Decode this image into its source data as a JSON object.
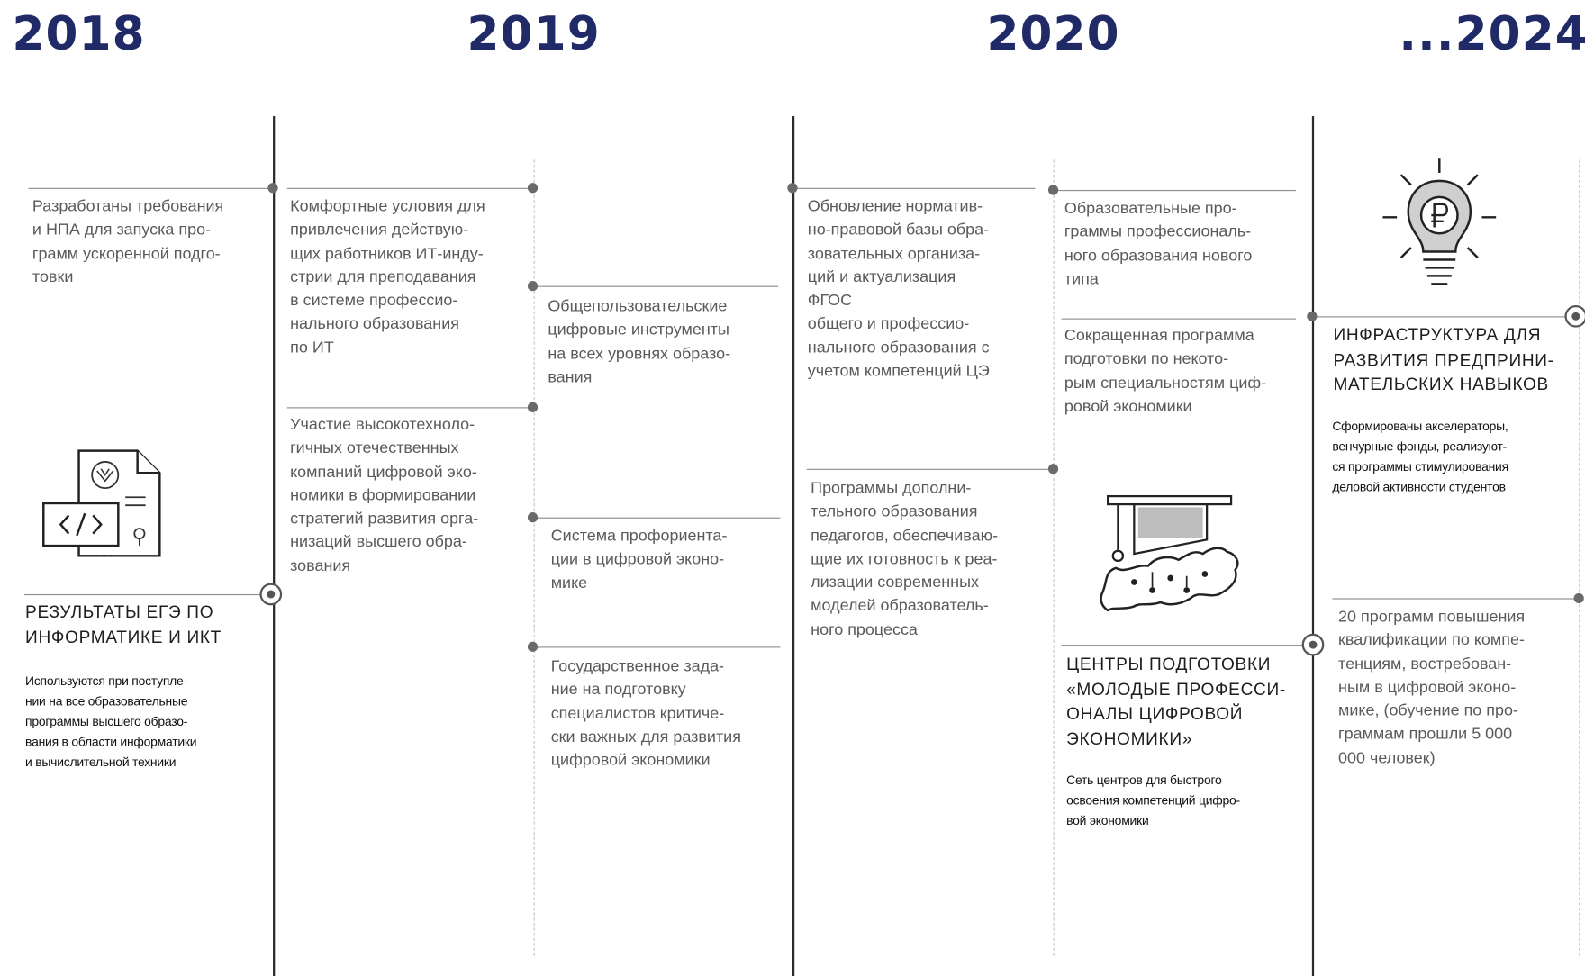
{
  "years": [
    "2018",
    "2019",
    "2020",
    "...2024"
  ],
  "items": {
    "i2018_req": "Разработаны требования\nи НПА для запуска про-\nграмм ускоренной подго-\nтовки",
    "i2018_exam_title": "РЕЗУЛЬТАТЫ ЕГЭ ПО\nИНФОРМАТИКЕ И ИКТ",
    "i2018_exam_desc": "Используются при поступле-\nнии на все образовательные\nпрограммы высшего образо-\nвания в области информатики\nи вычислительной техники",
    "i2019_comfort": "Комфортные условия для\nпривлечения действую-\nщих работников ИТ-инду-\nстрии для преподавания\nв системе профессио-\nнального образования\nпо ИТ",
    "i2019_hitech": "Участие высокотехноло-\nгичных отечественных\nкомпаний цифровой эко-\nномики в формировании\nстратегий развития орга-\nнизаций высшего обра-\nзования",
    "i2019_tools": "Общепользовательские\nцифровые инструменты\nна всех уровнях образо-\nвания",
    "i2019_career": "Система профориента-\nции в цифровой эконо-\nмике",
    "i2019_state": "Государственное зада-\nние на подготовку\nспециалистов критиче-\nски важных для развития\nцифровой экономики",
    "i2020_norm": "Обновление норматив-\nно-правовой базы обра-\nзовательных организа-\nций и актуализация\nФГОС\nобщего и профессио-\nнального образования с\nучетом компетенций ЦЭ",
    "i2020_teachers": "Программы дополни-\nтельного образования\nпедагогов, обеспечиваю-\nщие их готовность к реа-\nлизации современных\nмоделей образователь-\nного процесса",
    "i2020_newtype": "Образовательные про-\nграммы профессиональ-\nного образования нового\nтипа",
    "i2020_short": "Сокращенная программа\nподготовки по некото-\nрым специальностям циф-\nровой экономики",
    "i2020_centers_title": "ЦЕНТРЫ ПОДГОТОВКИ\n«МОЛОДЫЕ ПРОФЕССИ-\nОНАЛЫ ЦИФРОВОЙ\nЭКОНОМИКИ»",
    "i2020_centers_desc": "Сеть центров для быстрого\nосвоения компетенций цифро-\nвой экономики",
    "i2024_infra_title": "ИНФРАСТРУКТУРА ДЛЯ\nРАЗВИТИЯ ПРЕДПРИНИ-\nМАТЕЛЬСКИХ НАВЫКОВ",
    "i2024_infra_desc": "Сформированы акселераторы,\nвенчурные фонды, реализуют-\nся программы стимулирования\nделовой активности студентов",
    "i2024_programs": "20 программ повышения\nквалификации по компе-\nтенциям, востребован-\nным в цифровой эконо-\nмике, (обучение по про-\nграммам прошли 5 000\n000 человек)"
  },
  "icons": [
    "document-code-icon",
    "graduation-cap-russia-map-icon",
    "lightbulb-ruble-icon"
  ],
  "colors": {
    "year": "#1f2a66",
    "line": "#2b2b2b",
    "text": "#5a5a5a",
    "title": "#1e1e1e"
  }
}
